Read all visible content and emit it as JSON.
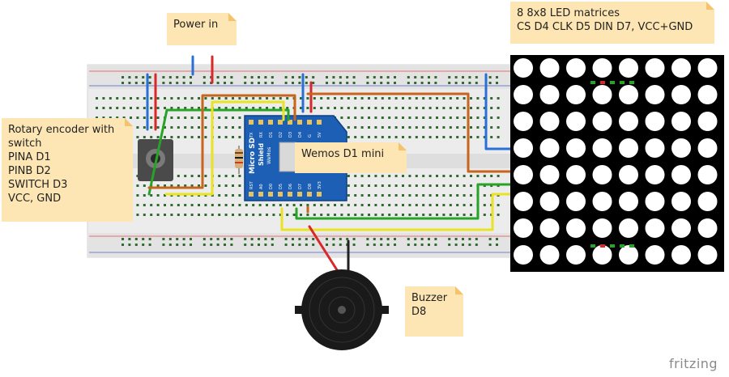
{
  "notes": {
    "power": {
      "lines": [
        "Power in"
      ]
    },
    "led": {
      "lines": [
        "8 8x8 LED matrices",
        "CS D4  CLK D5  DIN D7, VCC+GND"
      ]
    },
    "encoder": {
      "lines": [
        "Rotary encoder with",
        "switch",
        "PINA D1",
        "PINB D2",
        "SWITCH D3",
        "VCC, GND"
      ]
    },
    "wemos": {
      "lines": [
        "Wemos D1 mini"
      ]
    },
    "buzzer": {
      "lines": [
        "Buzzer",
        "D8"
      ]
    }
  },
  "shield": {
    "brand": "Micro SD",
    "name": "Shield",
    "vendor": "WeMos",
    "pins_top": [
      "TX",
      "RX",
      "D1",
      "D2",
      "D3",
      "D4",
      "G",
      "5V"
    ],
    "pins_bottom": [
      "RST",
      "A0",
      "D0",
      "D5",
      "D6",
      "D7",
      "D8",
      "3V3"
    ]
  },
  "matrix": {
    "rows": 8,
    "cols": 8
  },
  "watermark": "fritzing",
  "colors": {
    "wire_blue": "#2a6fd6",
    "wire_red": "#d8282a",
    "wire_green": "#27a327",
    "wire_yellow": "#e9e323",
    "wire_orange": "#c8651c",
    "note": "#fde6b3",
    "breadboard": "#ececec",
    "shield": "#1d5fb4"
  }
}
